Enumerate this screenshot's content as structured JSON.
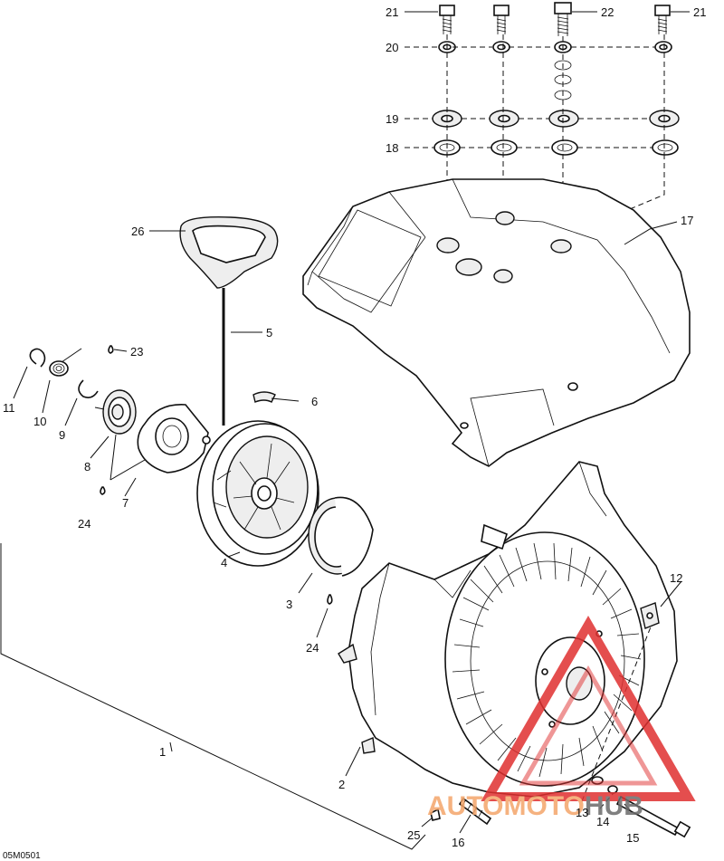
{
  "diagram": {
    "code": "05M0501",
    "callouts": {
      "c1": "1",
      "c2": "2",
      "c3": "3",
      "c4": "4",
      "c5": "5",
      "c6": "6",
      "c7": "7",
      "c8": "8",
      "c9": "9",
      "c10": "10",
      "c11": "11",
      "c12": "12",
      "c13": "13",
      "c14": "14",
      "c15": "15",
      "c16": "16",
      "c17": "17",
      "c18": "18",
      "c19": "19",
      "c20": "20",
      "c21a": "21",
      "c21b": "21",
      "c22": "22",
      "c23": "23",
      "c24a": "24",
      "c24b": "24",
      "c25": "25",
      "c26": "26"
    }
  },
  "watermark": {
    "text_prefix": "AUTOMOTO",
    "text_suffix": "HUB",
    "prefix_color": "#f4a56a",
    "suffix_color": "#6b6b6b",
    "triangle_color": "#e03030"
  }
}
